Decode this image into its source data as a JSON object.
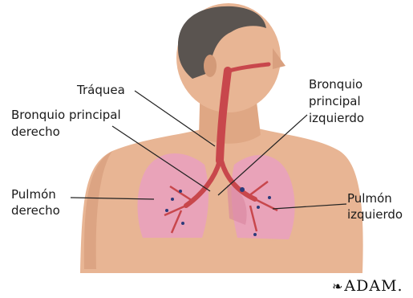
{
  "labels": {
    "trachea": "Tráquea",
    "right_bronchus_l1": "Bronquio principal",
    "right_bronchus_l2": "derecho",
    "left_bronchus_l1": "Bronquio",
    "left_bronchus_l2": "principal",
    "left_bronchus_l3": "izquierdo",
    "right_lung_l1": "Pulmón",
    "right_lung_l2": "derecho",
    "left_lung_l1": "Pulmón",
    "left_lung_l2": "izquierdo"
  },
  "logo": {
    "leaf": "❧",
    "text": "ADAM."
  },
  "colors": {
    "skin": "#e8b594",
    "skin_shadow": "#d39a78",
    "hair": "#5a5450",
    "lung": "#e9a3b9",
    "airway": "#c8474c",
    "leader": "#222222"
  }
}
